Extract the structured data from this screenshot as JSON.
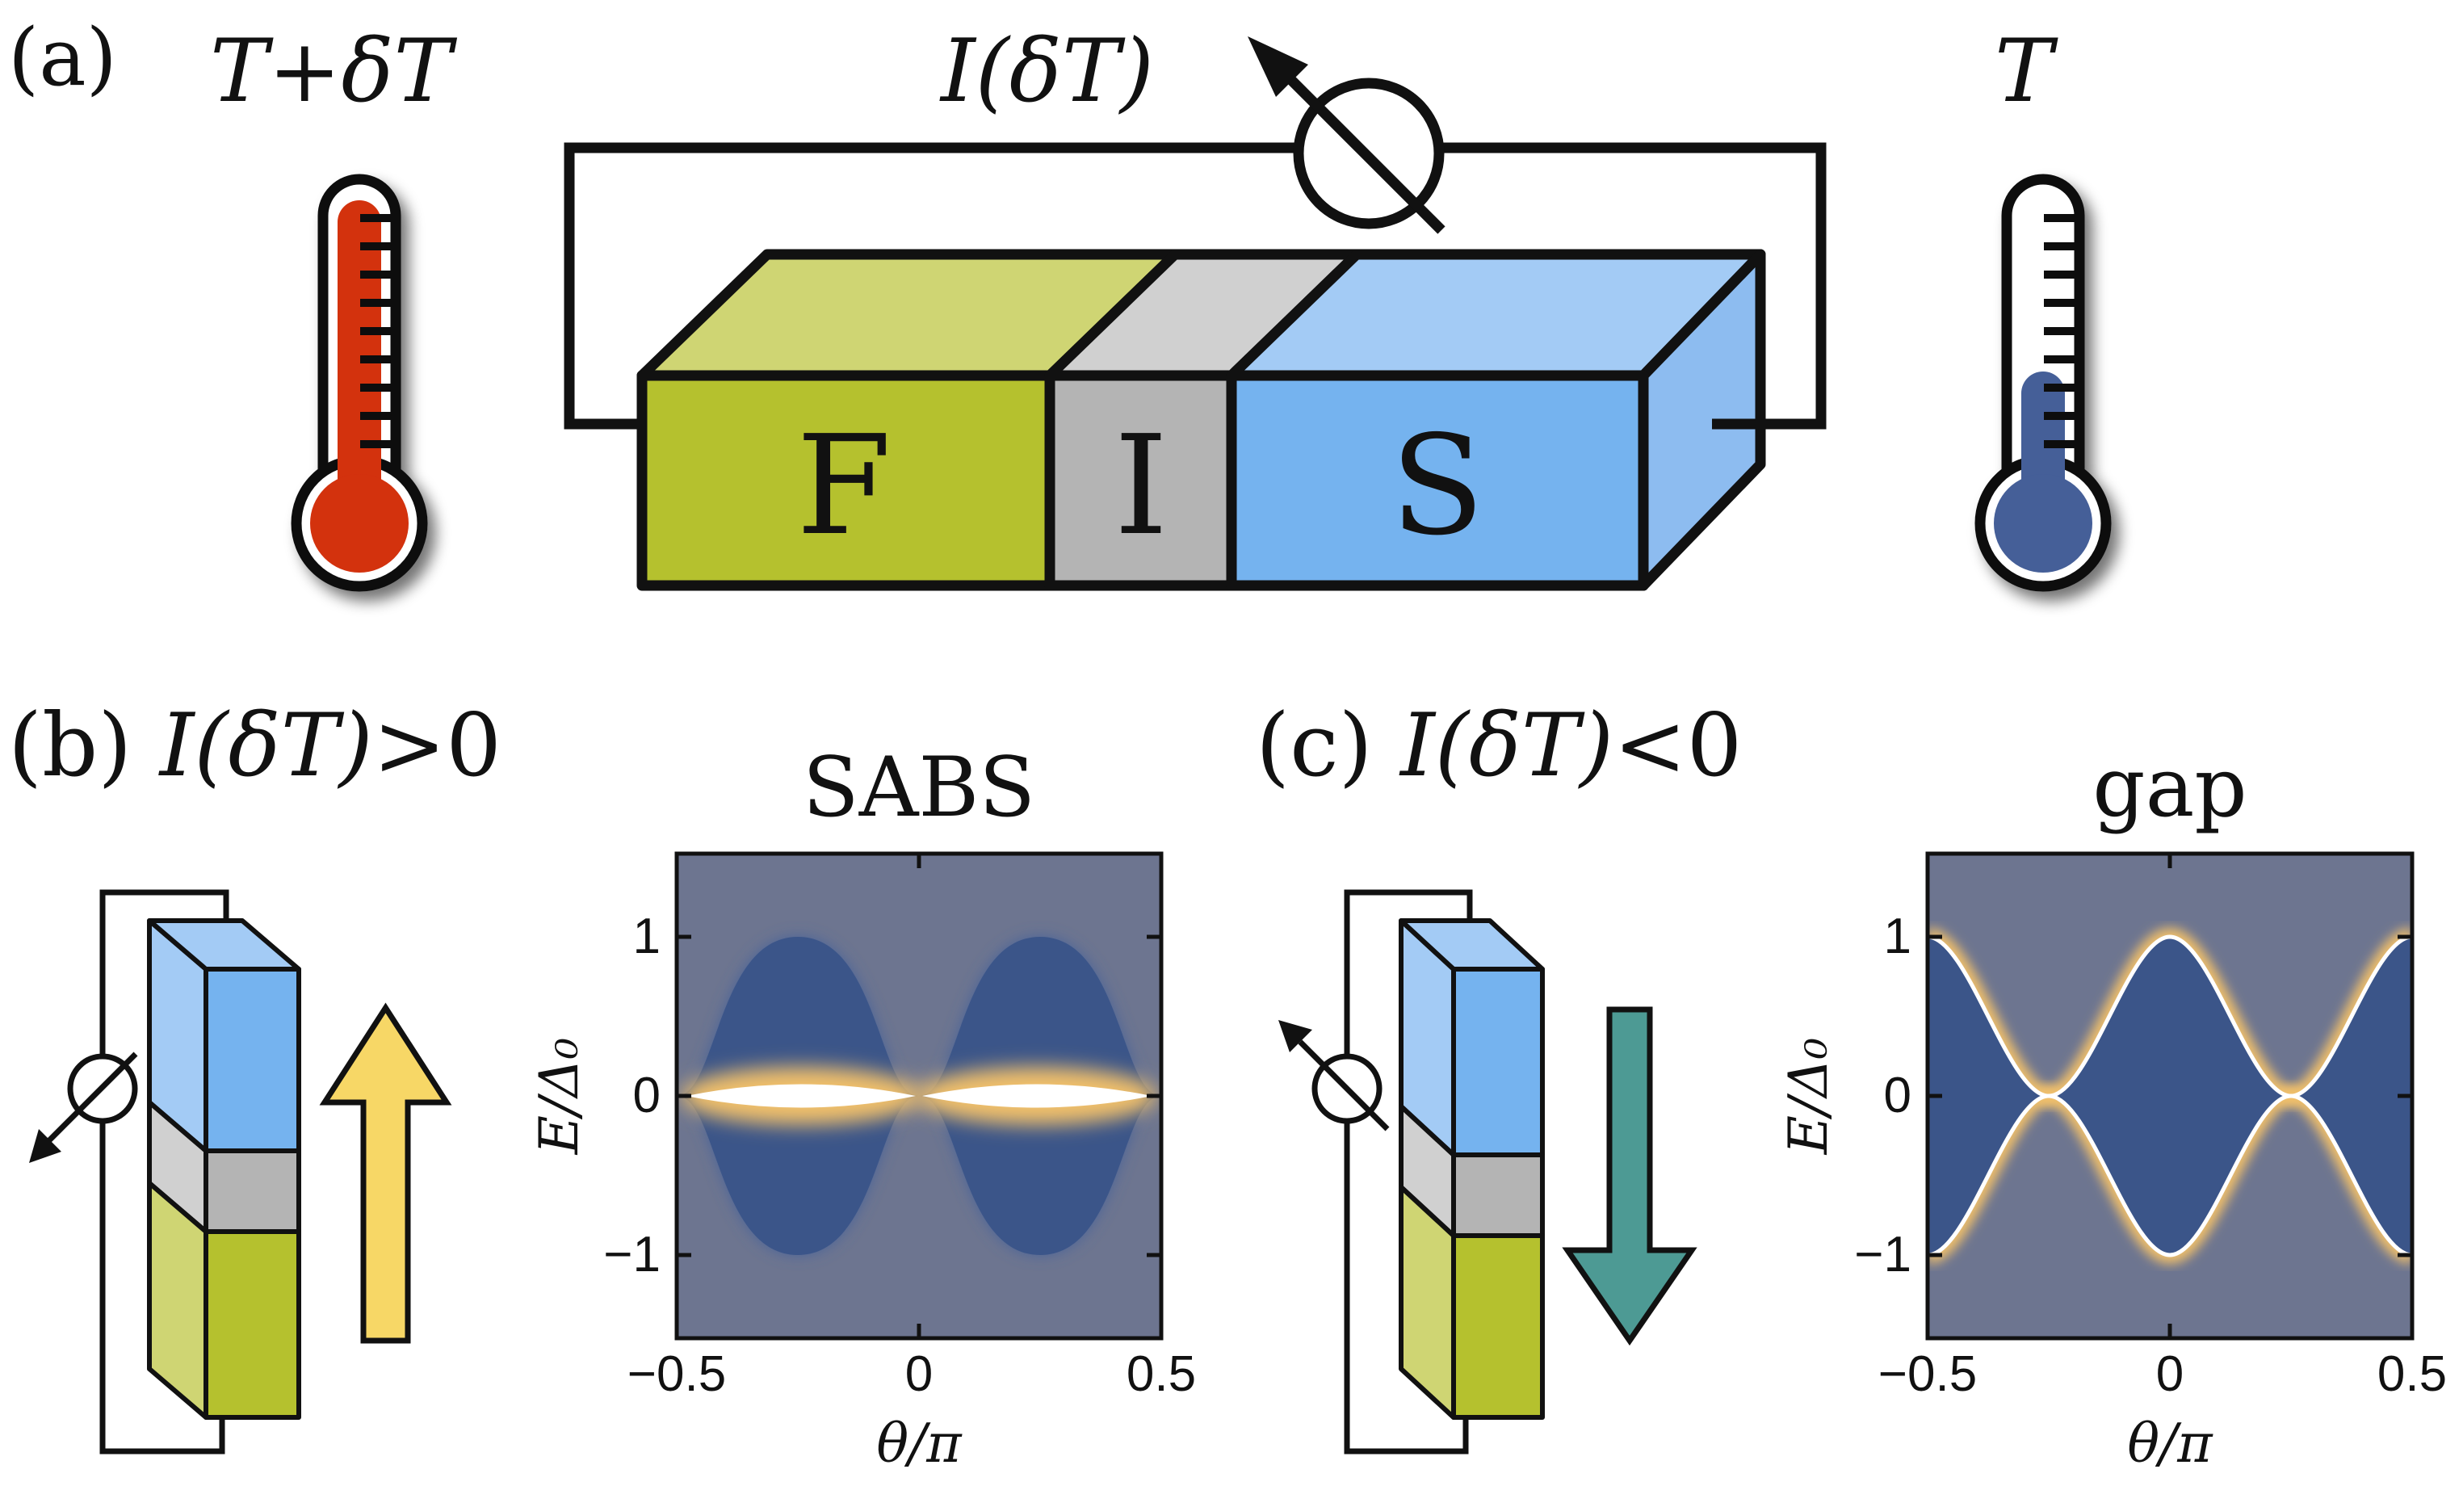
{
  "panel_a": {
    "label": "(a)",
    "hot_label": "T+δT",
    "cold_label": "T",
    "current_label": "I(δT)",
    "blocks": {
      "f": "F",
      "i": "I",
      "s": "S"
    }
  },
  "panel_b": {
    "label": "(b)",
    "current_label": "I(δT)",
    "relation": ">",
    "zero": "0",
    "plot_title": "SABS"
  },
  "panel_c": {
    "label": "(c)",
    "current_label": "I(δT)",
    "relation": "<",
    "zero": "0",
    "plot_title": "gap"
  },
  "plot_axes": {
    "xlabel": "θ/π",
    "ylabel": "E/Δ₀",
    "xticks": [
      "−0.5",
      "0",
      "0.5"
    ],
    "yticks": [
      "1",
      "0",
      "−1"
    ]
  },
  "colors": {
    "ferromagnet": "#b5c12e",
    "ferromagnet_top": "#cfd573",
    "insulator": "#b4b4b4",
    "insulator_top": "#d0d0d0",
    "superconductor": "#75b3ef",
    "superconductor_top": "#a3cbf5",
    "hot": "#d33010",
    "cold": "#445e98",
    "arrow_up": "#f7d766",
    "arrow_down": "#4d9a94",
    "map_base": "#6d7590",
    "map_band": "#3b5589",
    "map_glow": "#f1c06a"
  }
}
